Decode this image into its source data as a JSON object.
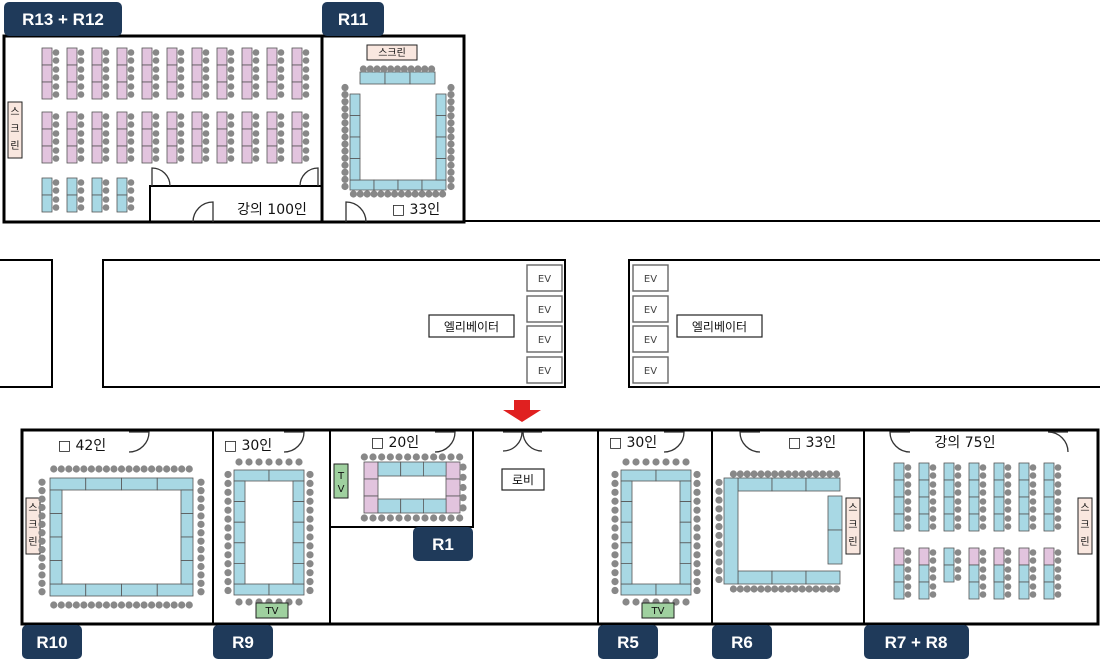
{
  "rooms": {
    "r13_r12": {
      "label": "R13 + R12",
      "capacity": "강의 100인",
      "screen": "스크린"
    },
    "r11": {
      "label": "R11",
      "capacity": "□ 33인",
      "screen": "스크린"
    },
    "r10": {
      "label": "R10",
      "capacity": "□ 42인",
      "screen": "스크린"
    },
    "r9": {
      "label": "R9",
      "capacity": "□ 30인",
      "tv": "TV"
    },
    "r1": {
      "label": "R1",
      "capacity": "□ 20인",
      "tv": "TV"
    },
    "r5": {
      "label": "R5",
      "capacity": "□ 30인",
      "tv": "TV"
    },
    "r6": {
      "label": "R6",
      "capacity": "□ 33인",
      "screen": "스크린"
    },
    "r7_r8": {
      "label": "R7 + R8",
      "capacity": "강의 75인",
      "screen": "스크린"
    }
  },
  "elevator": {
    "label": "엘리베이터",
    "car": "EV"
  },
  "lobby": {
    "label": "로비"
  },
  "colors": {
    "room_label_bg": "#1f3a5a",
    "table_blue": "#a8d8e4",
    "table_pink": "#e2c4de",
    "tv_green": "#9fd09f",
    "arrow_red": "#e02020"
  }
}
